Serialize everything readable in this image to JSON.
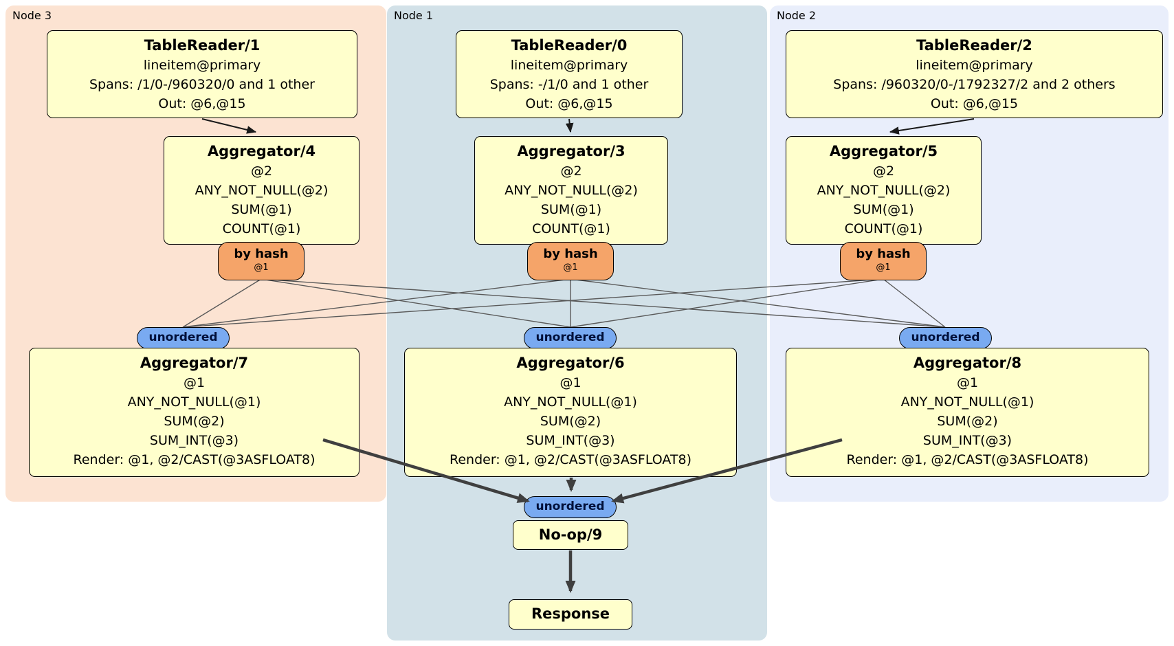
{
  "colors": {
    "panel_node3_bg": "#fce3d2",
    "panel_node1_bg": "#d2e1e8",
    "panel_node2_bg": "#e9eefb",
    "box_fill": "#ffffcc",
    "router_fill": "#f5a469",
    "sync_fill": "#79aaf1",
    "edge_color": "#3f3f3f"
  },
  "panels": {
    "node3": {
      "label": "Node 3"
    },
    "node1": {
      "label": "Node 1"
    },
    "node2": {
      "label": "Node 2"
    }
  },
  "node3": {
    "table_reader": {
      "title": "TableReader/1",
      "lines": [
        "lineitem@primary",
        "Spans: /1/0-/960320/0 and 1 other",
        "Out: @6,@15"
      ]
    },
    "agg_top": {
      "title": "Aggregator/4",
      "lines": [
        "@2",
        "ANY_NOT_NULL(@2)",
        "SUM(@1)",
        "COUNT(@1)"
      ]
    },
    "router": {
      "label": "by hash",
      "detail": "@1"
    },
    "sync": {
      "label": "unordered"
    },
    "agg_bottom": {
      "title": "Aggregator/7",
      "lines": [
        "@1",
        "ANY_NOT_NULL(@1)",
        "SUM(@2)",
        "SUM_INT(@3)",
        "Render: @1, @2/CAST(@3ASFLOAT8)"
      ]
    }
  },
  "node1": {
    "table_reader": {
      "title": "TableReader/0",
      "lines": [
        "lineitem@primary",
        "Spans: -/1/0 and 1 other",
        "Out: @6,@15"
      ]
    },
    "agg_top": {
      "title": "Aggregator/3",
      "lines": [
        "@2",
        "ANY_NOT_NULL(@2)",
        "SUM(@1)",
        "COUNT(@1)"
      ]
    },
    "router": {
      "label": "by hash",
      "detail": "@1"
    },
    "sync": {
      "label": "unordered"
    },
    "agg_bottom": {
      "title": "Aggregator/6",
      "lines": [
        "@1",
        "ANY_NOT_NULL(@1)",
        "SUM(@2)",
        "SUM_INT(@3)",
        "Render: @1, @2/CAST(@3ASFLOAT8)"
      ]
    },
    "final_sync": {
      "label": "unordered"
    },
    "noop": {
      "title": "No-op/9"
    },
    "response": {
      "title": "Response"
    }
  },
  "node2": {
    "table_reader": {
      "title": "TableReader/2",
      "lines": [
        "lineitem@primary",
        "Spans: /960320/0-/1792327/2 and 2 others",
        "Out: @6,@15"
      ]
    },
    "agg_top": {
      "title": "Aggregator/5",
      "lines": [
        "@2",
        "ANY_NOT_NULL(@2)",
        "SUM(@1)",
        "COUNT(@1)"
      ]
    },
    "router": {
      "label": "by hash",
      "detail": "@1"
    },
    "sync": {
      "label": "unordered"
    },
    "agg_bottom": {
      "title": "Aggregator/8",
      "lines": [
        "@1",
        "ANY_NOT_NULL(@1)",
        "SUM(@2)",
        "SUM_INT(@3)",
        "Render: @1, @2/CAST(@3ASFLOAT8)"
      ]
    }
  }
}
